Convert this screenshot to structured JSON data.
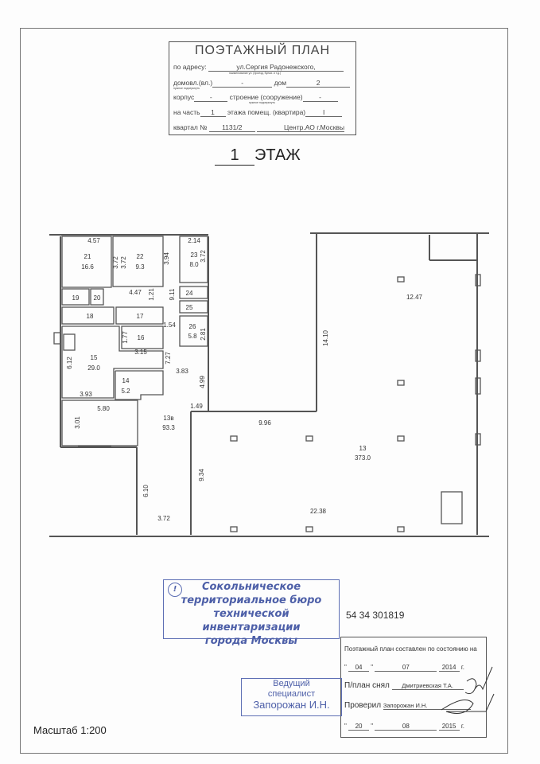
{
  "header": {
    "title": "ПОЭТАЖНЫЙ ПЛАН",
    "address_label": "по адресу:",
    "address_value": "ул.Сергия Радонежского,",
    "address_hint": "наименование ул. (проезд, бульв. и т.д.)",
    "domovl_label": "домовл.(вл.)",
    "domovl_value": "-",
    "dom_label": "дом",
    "dom_value": "2",
    "domovl_hint": "нужное подчеркнуть",
    "korpus_label": "корпус",
    "korpus_value": "-",
    "stroenie_label": "строение (сооружение)",
    "stroenie_value": "-",
    "stroenie_hint": "нужное подчеркнуть",
    "part_label": "на часть",
    "part_value": "1",
    "floor_label": "этажа помещ. (квартира)",
    "floor_value": "I",
    "kvartal_label": "квартал №",
    "kvartal_value": "1131/2",
    "district": "Центр.АО г.Москвы"
  },
  "floor_title": {
    "number": "1",
    "label": "ЭТАЖ"
  },
  "rooms": [
    {
      "id": "21",
      "area": "16.6"
    },
    {
      "id": "22",
      "area": "9.3"
    },
    {
      "id": "23",
      "area": "8.0"
    },
    {
      "id": "24"
    },
    {
      "id": "25"
    },
    {
      "id": "26",
      "area": "5.8"
    },
    {
      "id": "19"
    },
    {
      "id": "20"
    },
    {
      "id": "18"
    },
    {
      "id": "17"
    },
    {
      "id": "16"
    },
    {
      "id": "15",
      "area": "29.0"
    },
    {
      "id": "14",
      "area": "5.2"
    },
    {
      "id": "13в",
      "area": "93.3"
    },
    {
      "id": "13",
      "area": "373.0"
    }
  ],
  "dimensions": [
    "4.57",
    "3.72",
    "3.72",
    "3.94",
    "2.14",
    "3.72",
    "4.47",
    "1.21",
    "9.11",
    "1.54",
    "2.81",
    "1.77",
    "3.15",
    "7.27",
    "6.12",
    "3.83",
    "4.99",
    "3.93",
    "5.80",
    "1.49",
    "3.01",
    "9.96",
    "14.10",
    "12.47",
    "9.34",
    "6.10",
    "3.72",
    "22.38"
  ],
  "stamp_bti": {
    "line1": "Сокольническое",
    "line2": "территориальное бюро",
    "line3": "технической инвентаризации",
    "line4": "города Москвы",
    "mark": "!"
  },
  "inventory_number": "54 34 301819",
  "stamp_specialist": {
    "line1": "Ведущий",
    "line2": "специалист",
    "line3": "Запорожан И.Н."
  },
  "info_box": {
    "state_label": "Поэтажный план составлен по состоянию на",
    "state_day": "04",
    "state_month": "07",
    "state_year": "2014",
    "g": "г.",
    "surveyed_label": "П/план снял",
    "surveyed_by": "Дмитриевская Т.А.",
    "checked_label": "Проверил",
    "checked_by": "Запорожан И.Н.",
    "check_day": "20",
    "check_month": "08",
    "check_year": "2015"
  },
  "scale": "Масштаб 1:200",
  "colors": {
    "stamp": "#4d5fa8",
    "lines": "#555555"
  }
}
